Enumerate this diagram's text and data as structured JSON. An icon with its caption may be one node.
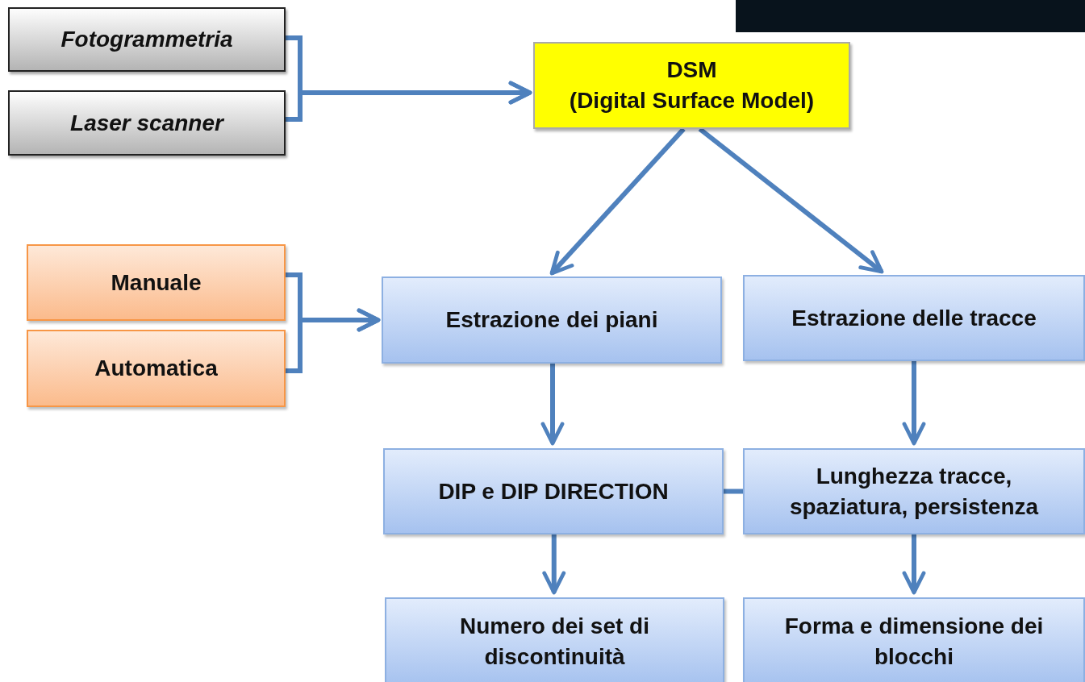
{
  "diagram": {
    "nodes": [
      {
        "text": [
          "Fotogrammetria"
        ]
      },
      {
        "text": [
          "Laser scanner"
        ]
      },
      {
        "text": [
          "DSM",
          "(Digital Surface Model)"
        ]
      },
      {
        "text": [
          "Manuale"
        ]
      },
      {
        "text": [
          "Automatica"
        ]
      },
      {
        "text": [
          "Estrazione dei piani"
        ]
      },
      {
        "text": [
          "Estrazione delle tracce"
        ]
      },
      {
        "text": [
          "DIP e DIP DIRECTION"
        ]
      },
      {
        "text": [
          "Lunghezza tracce, spaziatura, persistenza"
        ]
      },
      {
        "text": [
          "Numero dei set di discontinuità"
        ]
      },
      {
        "text": [
          "Forma e dimensione dei blocchi"
        ]
      },
      {
        "text": [],
        "shape": "box"
      }
    ],
    "edges": [
      {
        "from": 0,
        "to": 2,
        "arrow": "to"
      },
      {
        "from": 1,
        "to": 2,
        "arrow": "to"
      },
      {
        "from": 2,
        "to": 5,
        "arrow": "to"
      },
      {
        "from": 2,
        "to": 6,
        "arrow": "to"
      },
      {
        "from": 3,
        "to": 5,
        "arrow": "to"
      },
      {
        "from": 4,
        "to": 5,
        "arrow": "to"
      },
      {
        "from": 5,
        "to": 7,
        "arrow": "to"
      },
      {
        "from": 6,
        "to": 8,
        "arrow": "to"
      },
      {
        "from": 7,
        "to": 8,
        "arrow": "none"
      },
      {
        "from": 7,
        "to": 9,
        "arrow": "to"
      },
      {
        "from": 8,
        "to": 10,
        "arrow": "to"
      }
    ]
  }
}
